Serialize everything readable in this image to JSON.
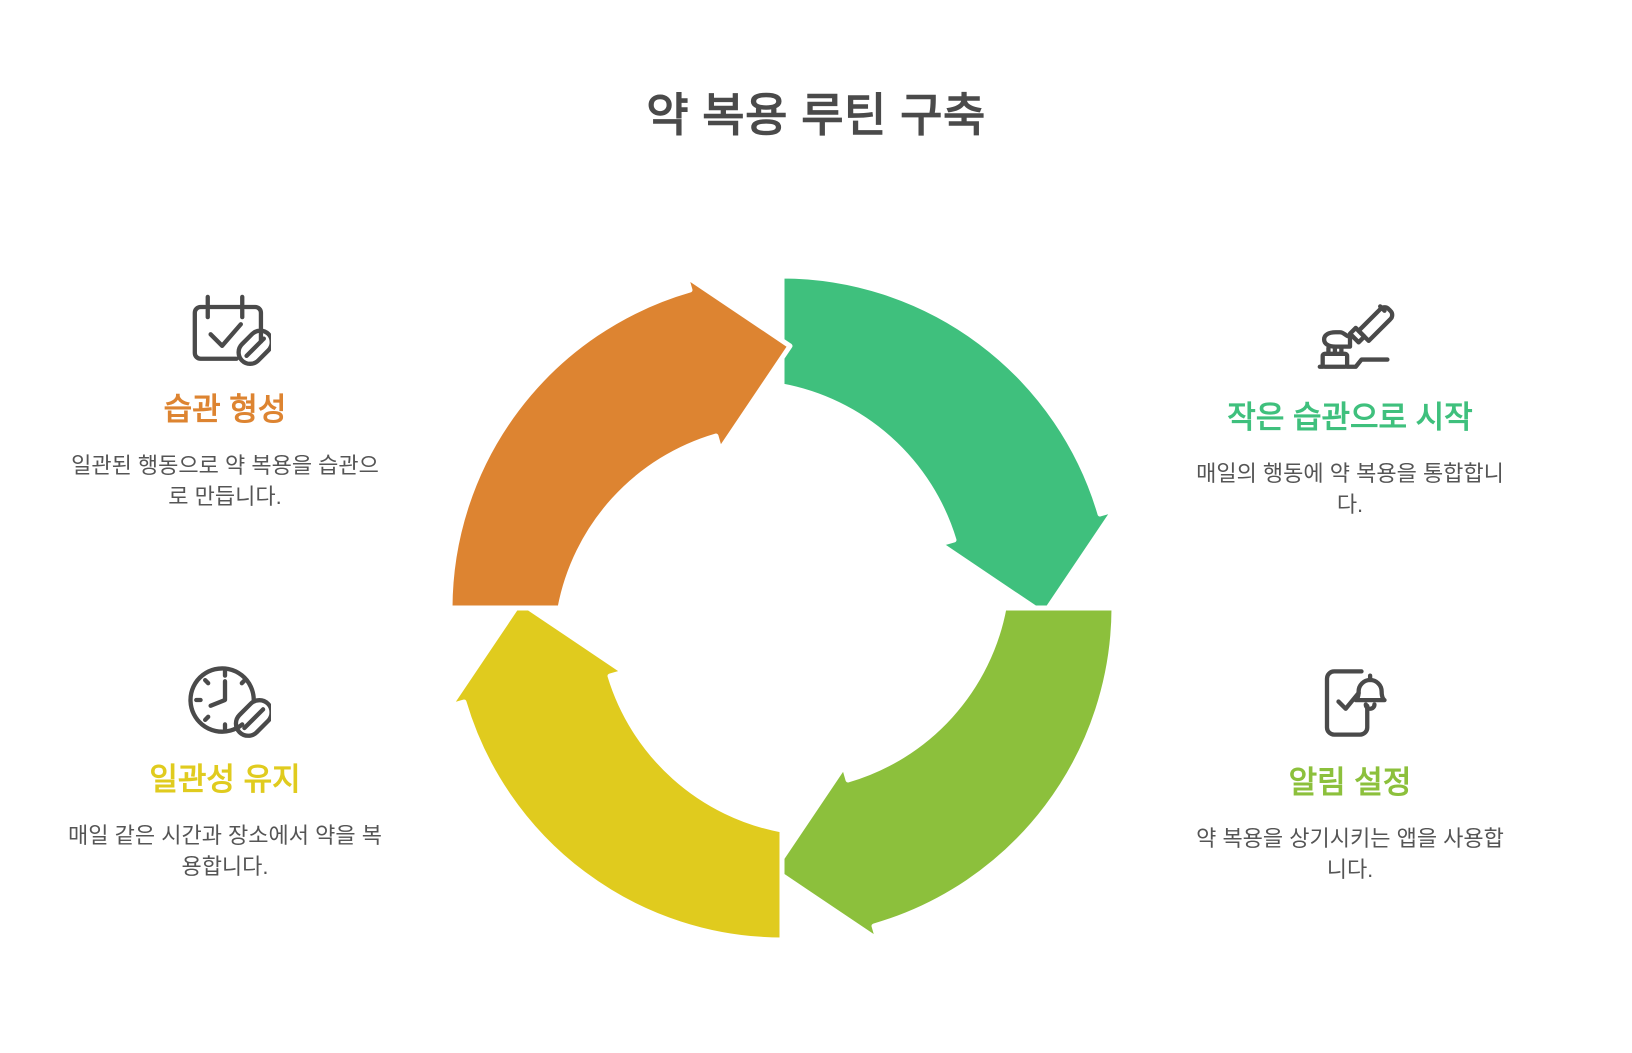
{
  "title": "약 복용 루틴 구축",
  "colors": {
    "orange": "#DD8431",
    "green": "#3FC07D",
    "yellow": "#E0CB1E",
    "olive": "#8CC03C",
    "text_dark": "#4a4a4a",
    "text_body": "#555555",
    "background": "#FFFFFF"
  },
  "chart_data": {
    "type": "pie",
    "title": "약 복용 루틴 구축",
    "legend_position": "sides",
    "categories": [
      "작은 습관으로 시작",
      "알림 설정",
      "일관성 유지",
      "습관 형성"
    ],
    "values": [
      25,
      25,
      25,
      25
    ],
    "colors": [
      "#3FC07D",
      "#8CC03C",
      "#E0CB1E",
      "#DD8431"
    ],
    "annotations": [
      "순환형 4단계 화살표 다이어그램"
    ]
  },
  "items": {
    "habit_formation": {
      "title": "습관 형성",
      "desc": "일관된 행동으로 약 복용을 습관으로 만듭니다.",
      "color": "#DD8431",
      "icon": "calendar-check-pill-icon"
    },
    "consistency": {
      "title": "일관성 유지",
      "desc": "매일 같은 시간과 장소에서 약을 복용합니다.",
      "color": "#E0CB1E",
      "icon": "clock-pill-icon"
    },
    "start_small": {
      "title": "작은 습관으로 시작",
      "desc": "매일의 행동에 약 복용을 통합합니다.",
      "color": "#3FC07D",
      "icon": "toothbrush-toothpaste-icon"
    },
    "set_reminder": {
      "title": "알림 설정",
      "desc": "약 복용을 상기시키는 앱을 사용합니다.",
      "color": "#8CC03C",
      "icon": "phone-bell-check-icon"
    }
  }
}
